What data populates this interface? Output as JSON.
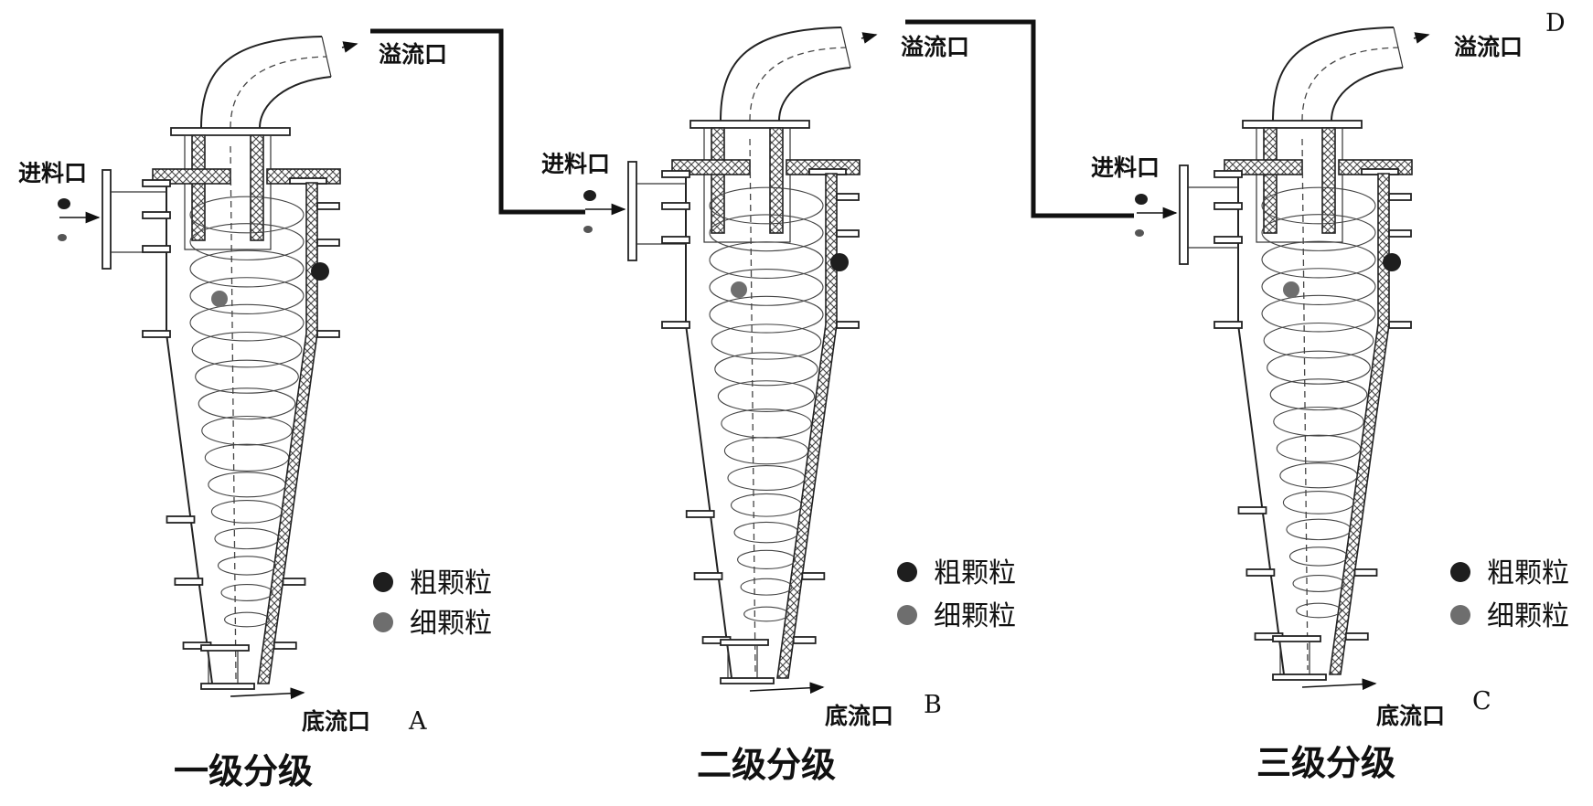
{
  "labels": {
    "inlet": "进料口",
    "overflow": "溢流口",
    "underflow": "底流口",
    "coarse": "粗颗粒",
    "fine": "细颗粒"
  },
  "stages": [
    {
      "title": "一级分级",
      "underflow_letter": "A"
    },
    {
      "title": "二级分级",
      "underflow_letter": "B"
    },
    {
      "title": "三级分级",
      "underflow_letter": "C"
    }
  ],
  "overflow_final_letter": "D",
  "colors": {
    "coarse": "#1e1e1e",
    "fine": "#6e6e6e",
    "line": "#222222"
  }
}
